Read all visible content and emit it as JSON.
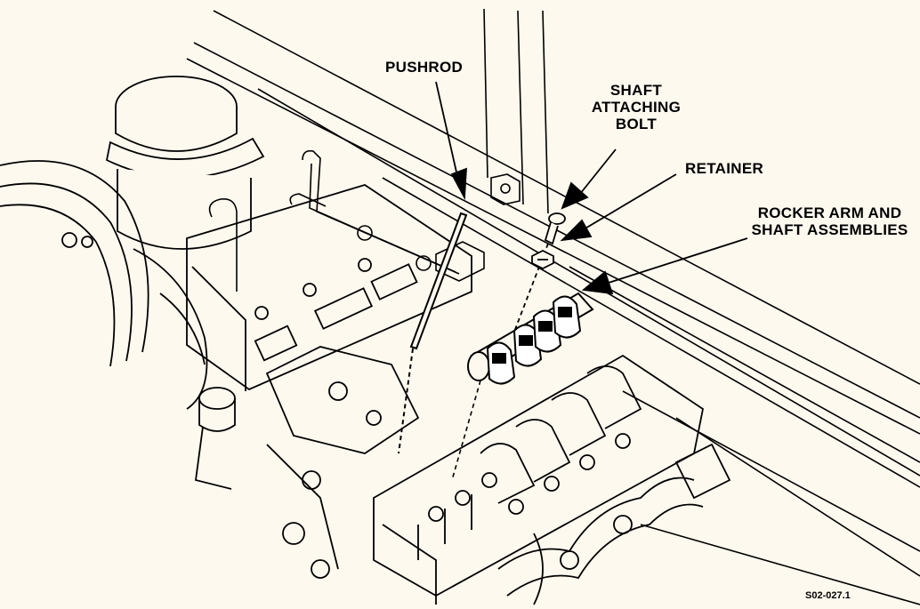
{
  "labels": {
    "pushrod": "PUSHROD",
    "shaft_attaching_bolt_line1": "SHAFT",
    "shaft_attaching_bolt_line2": "ATTACHING",
    "shaft_attaching_bolt_line3": "BOLT",
    "retainer": "RETAINER",
    "rocker_line1": "ROCKER ARM AND",
    "rocker_line2": "SHAFT ASSEMBLIES"
  },
  "figure_code": "S02-027.1",
  "colors": {
    "background": "#fdf9ef",
    "ink": "#000000"
  }
}
